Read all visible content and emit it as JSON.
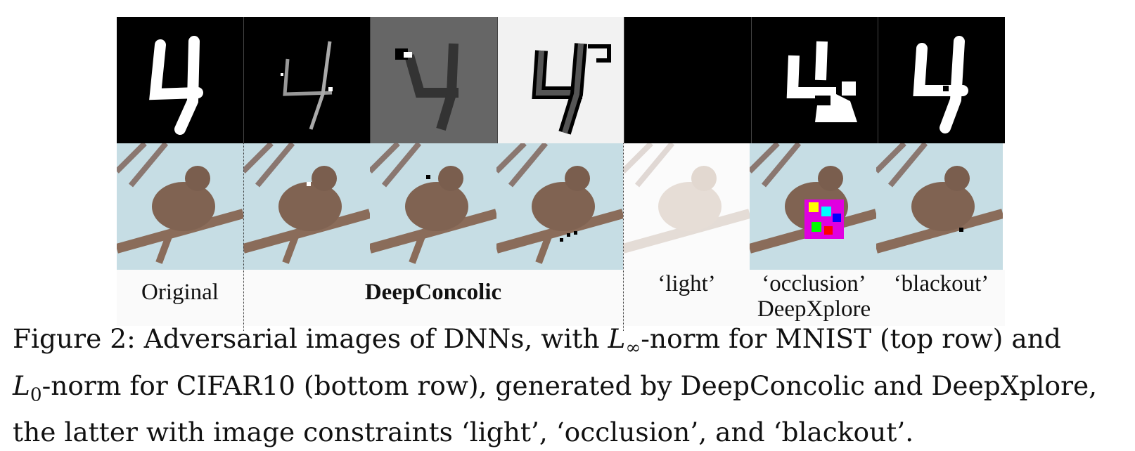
{
  "figure": {
    "columns": {
      "original": "Original",
      "deepconcolic": "DeepConcolic",
      "light": "‘light’",
      "occlusion": "‘occlusion’",
      "blackout": "‘blackout’",
      "deepxplore": "DeepXplore"
    }
  },
  "caption": {
    "line1_pre": "Figure 2: Adversarial images of DNNs, with ",
    "line1_math": "L",
    "line1_sub": "∞",
    "line1_post": "-norm for MNIST (top row) and",
    "line2_math": "L",
    "line2_sub": "0",
    "line2_post": "-norm for CIFAR10 (bottom row), generated by DeepConcolic and DeepXplore,",
    "line3": "the latter with image constraints ‘light’, ‘occlusion’, and ‘blackout’."
  }
}
